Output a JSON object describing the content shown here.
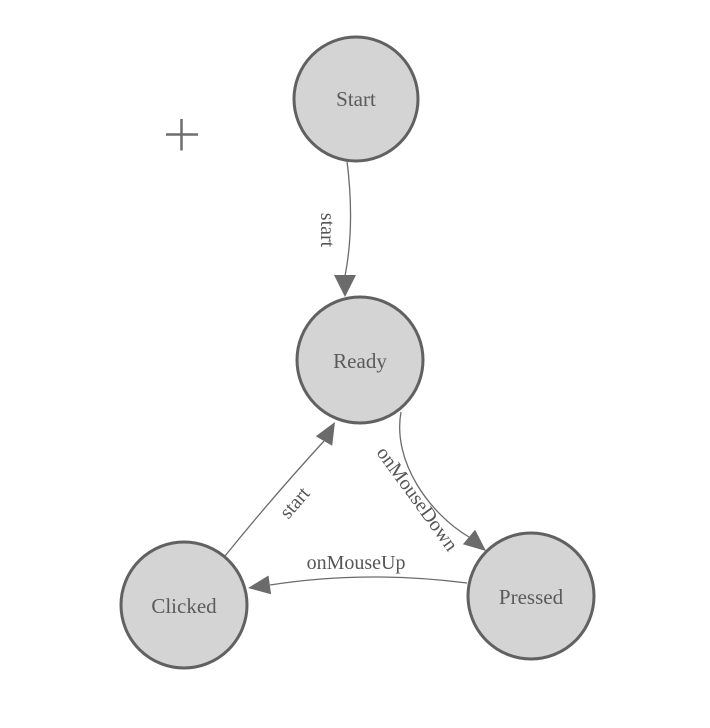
{
  "diagram": {
    "type": "state-machine",
    "nodes": [
      {
        "id": "start",
        "label": "Start"
      },
      {
        "id": "ready",
        "label": "Ready"
      },
      {
        "id": "clicked",
        "label": "Clicked"
      },
      {
        "id": "pressed",
        "label": "Pressed"
      }
    ],
    "edges": [
      {
        "from": "start",
        "to": "ready",
        "label": "start"
      },
      {
        "from": "clicked",
        "to": "ready",
        "label": "start"
      },
      {
        "from": "ready",
        "to": "pressed",
        "label": "onMouseDown"
      },
      {
        "from": "pressed",
        "to": "clicked",
        "label": "onMouseUp"
      }
    ],
    "cursor": {
      "icon": "plus-crosshair"
    },
    "colors": {
      "background": "#ffffff",
      "node_fill": "#d4d4d4",
      "node_stroke": "#616161",
      "edge_stroke": "#6b6b6b",
      "arrow_fill": "#6b6b6b",
      "node_text": "#5a5a5a",
      "edge_text": "#565656",
      "crosshair": "#6e6e6e"
    }
  }
}
